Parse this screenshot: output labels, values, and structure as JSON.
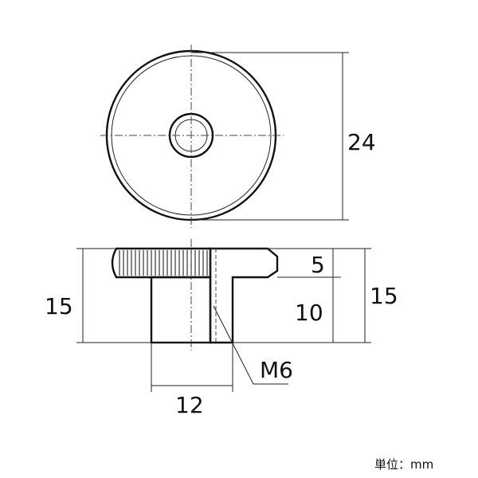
{
  "dimensions": {
    "diameter": "24",
    "head_height": "5",
    "shank_height": "10",
    "total_height_left": "15",
    "total_height_right": "15",
    "shank_diameter": "12",
    "thread": "M6"
  },
  "unit_label": "単位：mm"
}
